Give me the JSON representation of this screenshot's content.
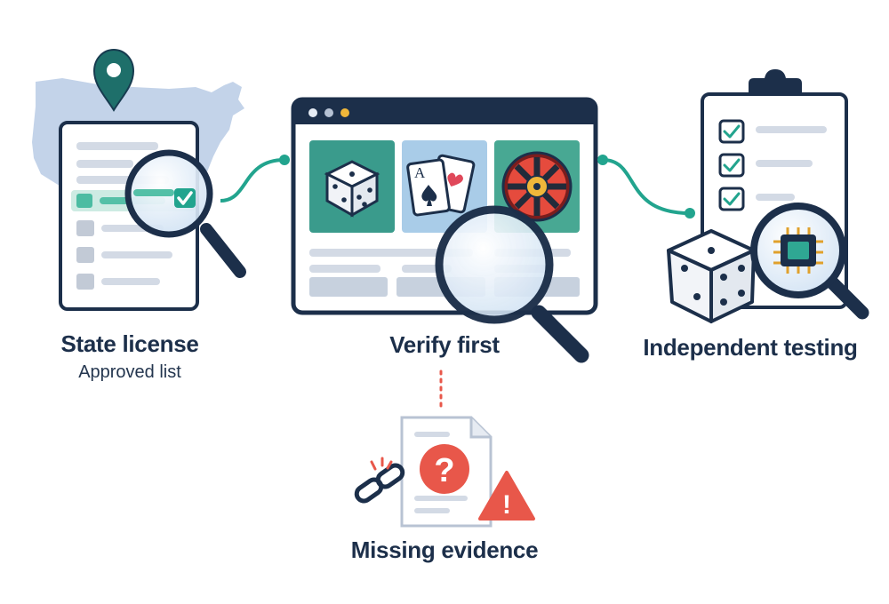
{
  "steps": {
    "license": {
      "title": "State license",
      "subtitle": "Approved list"
    },
    "verify": {
      "title": "Verify first"
    },
    "testing": {
      "title": "Independent testing"
    },
    "missing": {
      "title": "Missing evidence"
    }
  },
  "card_glyphs": {
    "ace_letter": "A",
    "question_mark": "?",
    "warning_mark": "!"
  },
  "colors": {
    "navy": "#1c2f4a",
    "teal": "#22a48e",
    "light_blue": "#c9d8ec",
    "map_blue": "#b8cbe5",
    "red": "#e8574a",
    "gray_bar": "#d3dae5",
    "dice_tile": "#3a9b8c",
    "cards_tile": "#a9cce8",
    "wheel_tile": "#48a893"
  },
  "icons": [
    "map-pin-icon",
    "magnifier-icon",
    "checkbox-icon",
    "dice-icon",
    "playing-cards-icon",
    "roulette-icon",
    "clipboard-icon",
    "chip-icon",
    "broken-link-icon",
    "question-icon",
    "warning-icon"
  ]
}
